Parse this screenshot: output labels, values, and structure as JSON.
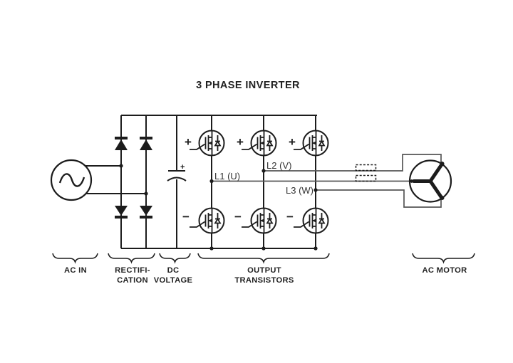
{
  "title": "3 PHASE INVERTER",
  "colors": {
    "ink": "#1c1c1c",
    "phase_wire": "#555555",
    "background": "#ffffff"
  },
  "phase_labels": {
    "l1": "L1 (U)",
    "l2": "L2 (V)",
    "l3": "L3 (W)"
  },
  "transistor_polarity": {
    "plus": "+",
    "minus": "−"
  },
  "capacitor_polarity": "+",
  "section_labels": {
    "ac_in": "AC IN",
    "rectification": [
      "RECTIFI-",
      "CATION"
    ],
    "dc_voltage": [
      "DC",
      "VOLTAGE"
    ],
    "output_transistors": [
      "OUTPUT",
      "TRANSISTORS"
    ],
    "ac_motor": "AC MOTOR"
  }
}
